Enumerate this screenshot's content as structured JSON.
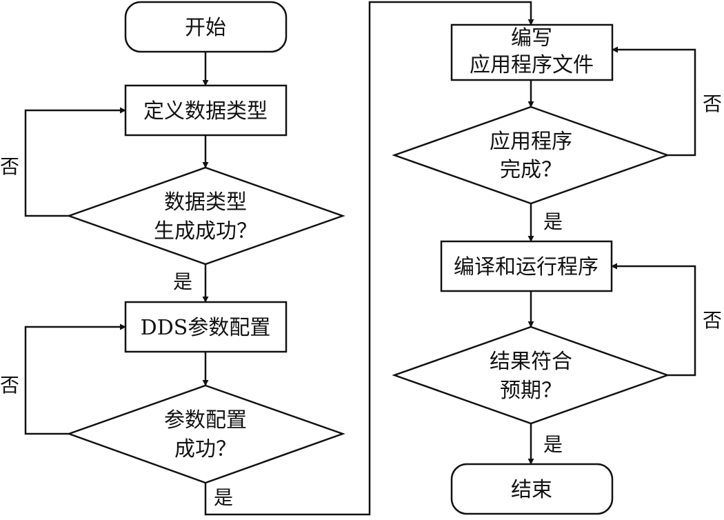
{
  "nodes": {
    "start": "开始",
    "define_types": "定义数据类型",
    "types_ok": [
      "数据类型",
      "生成成功？"
    ],
    "dds_config": "DDS参数配置",
    "config_ok": [
      "参数配置",
      "成功？"
    ],
    "write_app": [
      "编写",
      "应用程序文件"
    ],
    "app_done": [
      "应用程序",
      "完成？"
    ],
    "compile_run": "编译和运行程序",
    "result_ok": [
      "结果符合",
      "预期？"
    ],
    "end": "结束"
  },
  "labels": {
    "yes": "是",
    "no": "否"
  }
}
